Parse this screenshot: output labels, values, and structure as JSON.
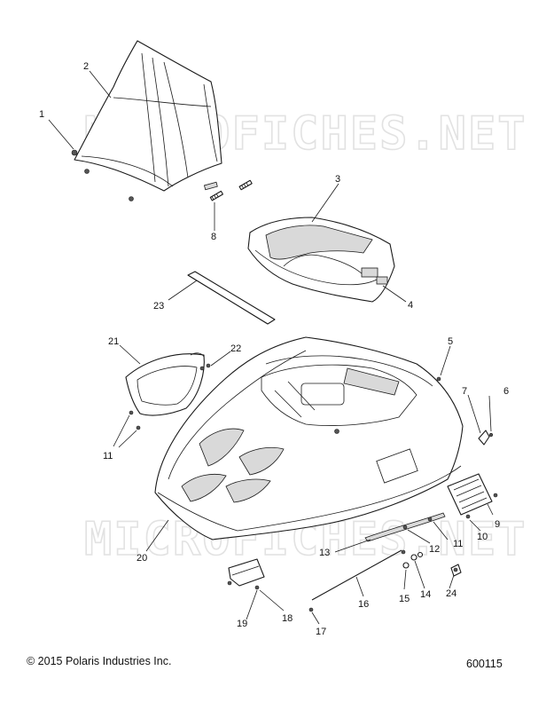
{
  "watermarks": [
    "MICROFICHES.NET",
    "MICROFICHES.NET"
  ],
  "callouts": [
    "1",
    "2",
    "3",
    "4",
    "5",
    "6",
    "7",
    "8",
    "9",
    "10",
    "11",
    "11",
    "11",
    "12",
    "13",
    "14",
    "15",
    "16",
    "17",
    "18",
    "19",
    "20",
    "21",
    "22",
    "23",
    "24"
  ],
  "footer": {
    "copyright": "© 2015 Polaris Industries Inc.",
    "diagram_number": "600115"
  },
  "colors": {
    "line": "#1a1a1a",
    "watermark": "#e2e2e2",
    "background": "#ffffff"
  }
}
